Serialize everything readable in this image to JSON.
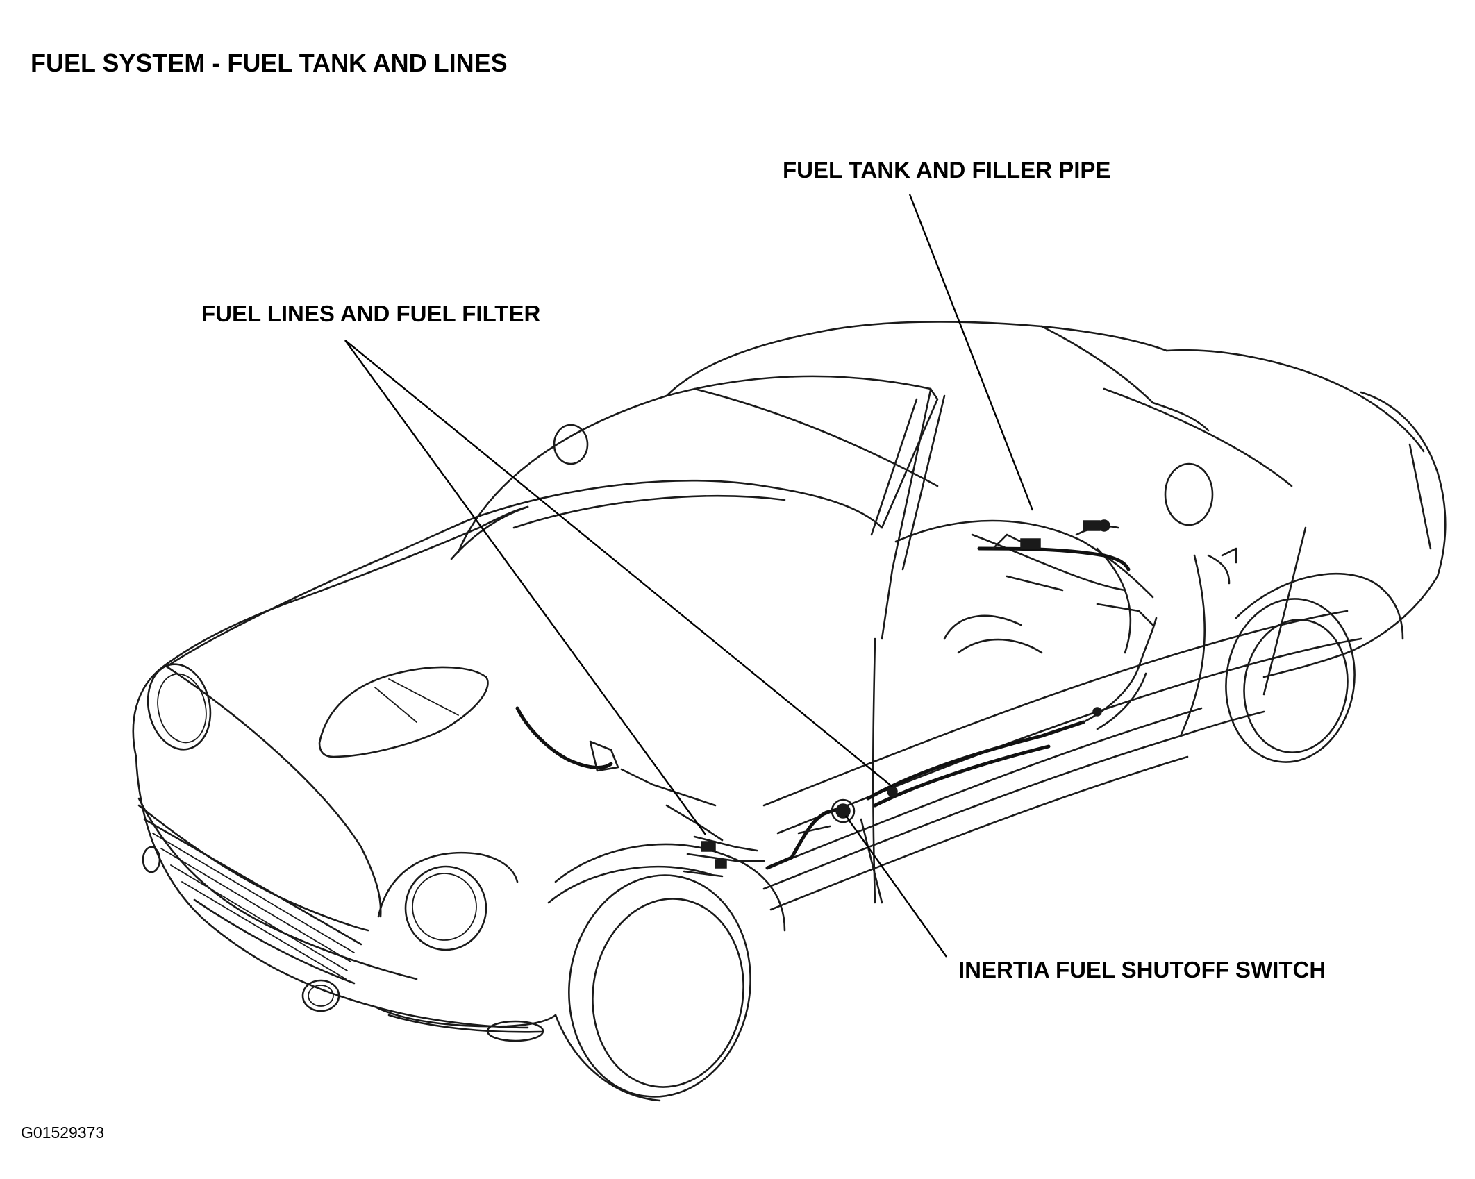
{
  "title": "FUEL SYSTEM - FUEL TANK AND LINES",
  "callouts": {
    "fuel_tank_and_filler_pipe": "FUEL TANK AND FILLER PIPE",
    "fuel_lines_and_fuel_filter": "FUEL LINES AND FUEL FILTER",
    "inertia_fuel_shutoff_switch": "INERTIA FUEL SHUTOFF SWITCH"
  },
  "figure_id": "G01529373",
  "colors": {
    "ink": "#1a1a1a",
    "background": "#ffffff"
  }
}
